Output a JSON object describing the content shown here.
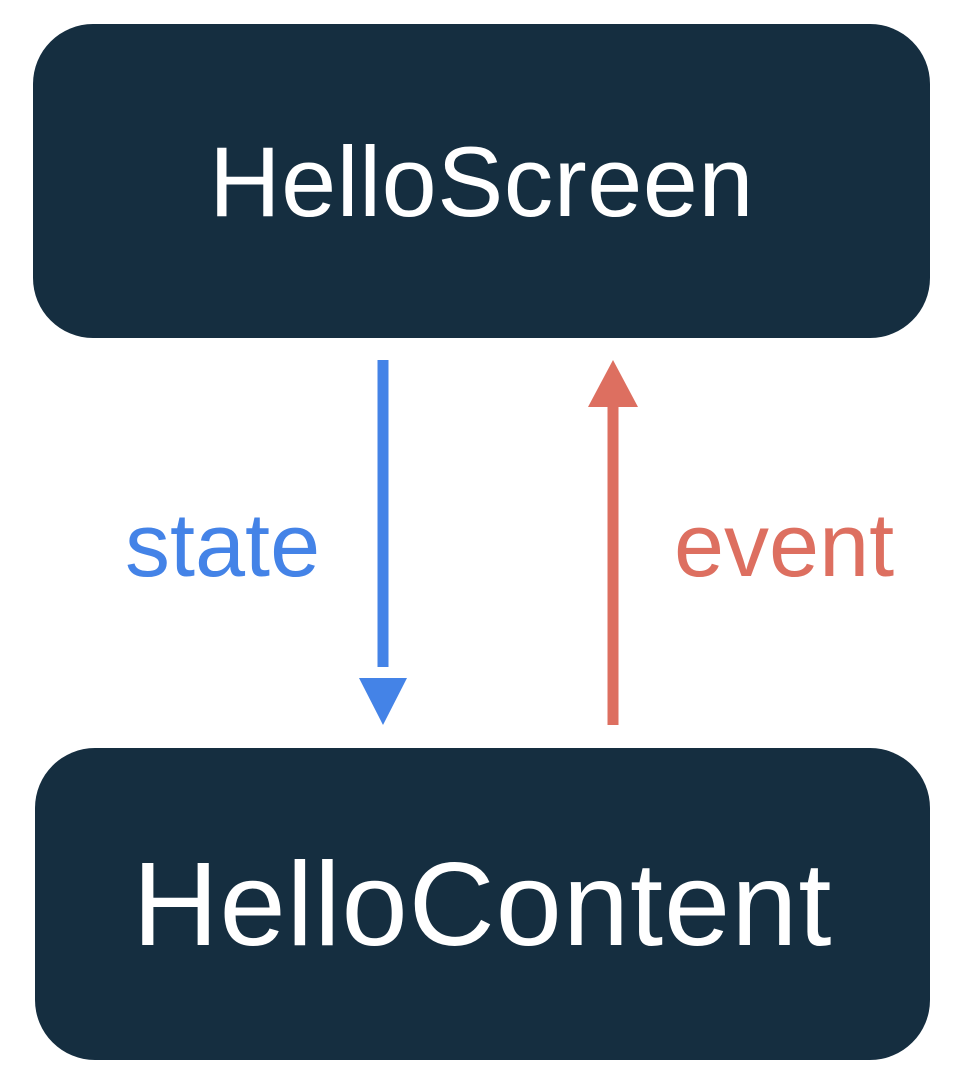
{
  "diagram": {
    "title_hint": "state-down-events-up unidirectional data flow diagram",
    "top_box": {
      "label": "HelloScreen"
    },
    "bottom_box": {
      "label": "HelloContent"
    },
    "state_arrow": {
      "label": "state",
      "direction": "down",
      "from": "HelloScreen",
      "to": "HelloContent"
    },
    "event_arrow": {
      "label": "event",
      "direction": "up",
      "from": "HelloContent",
      "to": "HelloScreen"
    },
    "colors": {
      "background": "#FFFFFF",
      "box_background": "#152E40",
      "box_text": "#FFFFFF",
      "state_blue": "#4483E7",
      "event_red": "#DD6F60"
    }
  }
}
